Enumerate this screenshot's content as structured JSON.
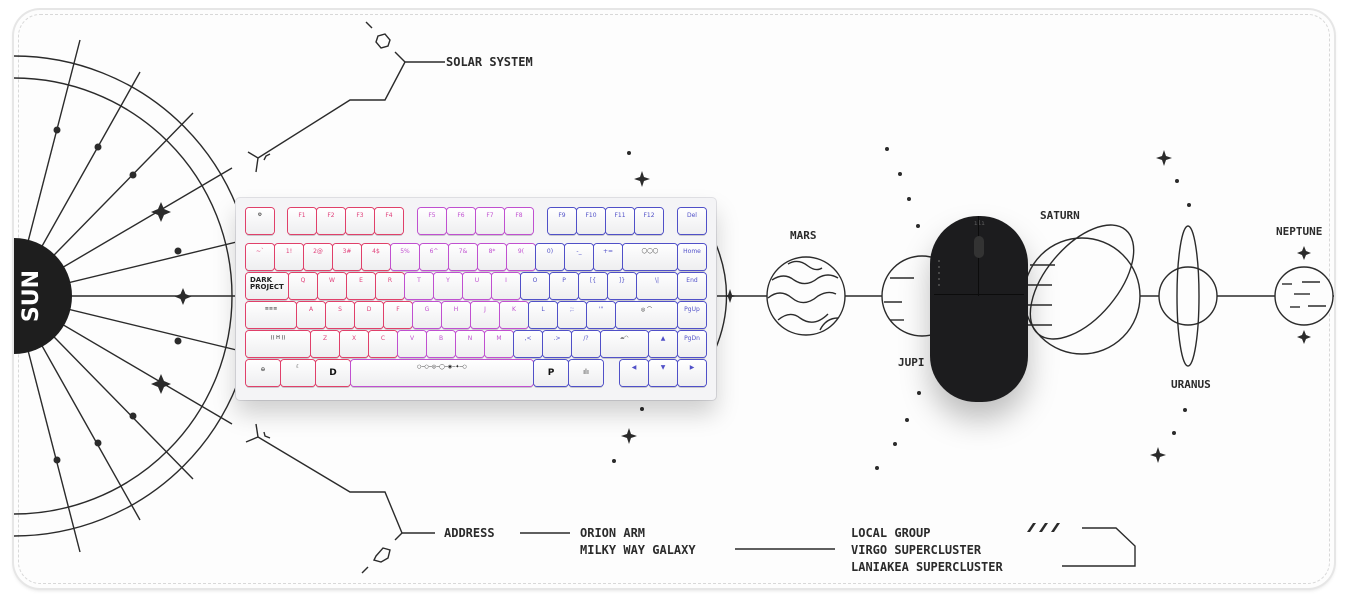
{
  "scene": {
    "subject": "Desk mat with solar-system line-art, white mechanical keyboard and black wireless mouse",
    "colors": {
      "mat_background": "#fdfdfd",
      "line_art": "#2b2b2b",
      "sun_fill": "#1e1e1e",
      "key_glow_red": "#e0406a",
      "key_glow_purple": "#c050d0",
      "key_glow_blue": "#5050c8",
      "mouse_body": "#1c1c1e"
    }
  },
  "mat_labels": {
    "sun": "SUN",
    "solar_system": "SOLAR SYSTEM",
    "mars": "MARS",
    "jupiter": "JUPI",
    "saturn": "SATURN",
    "uranus": "URANUS",
    "neptune": "NEPTUNE",
    "address": "ADDRESS",
    "orion_arm": "ORION ARM",
    "milky_way": "MILKY WAY GALAXY",
    "local_group": "LOCAL GROUP",
    "virgo": "VIRGO SUPERCLUSTER",
    "laniakea": "LANIAKEA SUPERCLUSTER",
    "slashes": "///"
  },
  "keyboard": {
    "brand_line1": "DARK",
    "brand_line2": "PROJECT",
    "function_row": [
      "F1",
      "F2",
      "F3",
      "F4",
      "F5",
      "F6",
      "F7",
      "F8",
      "F9",
      "F10",
      "F11",
      "F12",
      "Del"
    ],
    "number_row": [
      "~`",
      "1!",
      "2@",
      "3#",
      "4$",
      "5%",
      "6^",
      "7&",
      "8*",
      "9(",
      "0)",
      "-_",
      "+="
    ],
    "q_row": [
      "Q",
      "W",
      "E",
      "R",
      "T",
      "Y",
      "U",
      "I",
      "O",
      "P",
      "[{",
      "]}",
      "\\|"
    ],
    "a_row": [
      "A",
      "S",
      "D",
      "F",
      "G",
      "H",
      "J",
      "K",
      "L",
      ";:",
      "'\""
    ],
    "z_row": [
      "Z",
      "X",
      "C",
      "V",
      "B",
      "N",
      "M",
      ",<",
      ".>",
      "/?"
    ],
    "nav": [
      "Home",
      "End",
      "PgUp",
      "PgDn"
    ],
    "arrows": [
      "▲",
      "◀",
      "▼",
      "▶"
    ],
    "mod_glyphs": [
      "D",
      "P",
      "ılı"
    ]
  },
  "mouse": {
    "side_mark": "SE"
  }
}
